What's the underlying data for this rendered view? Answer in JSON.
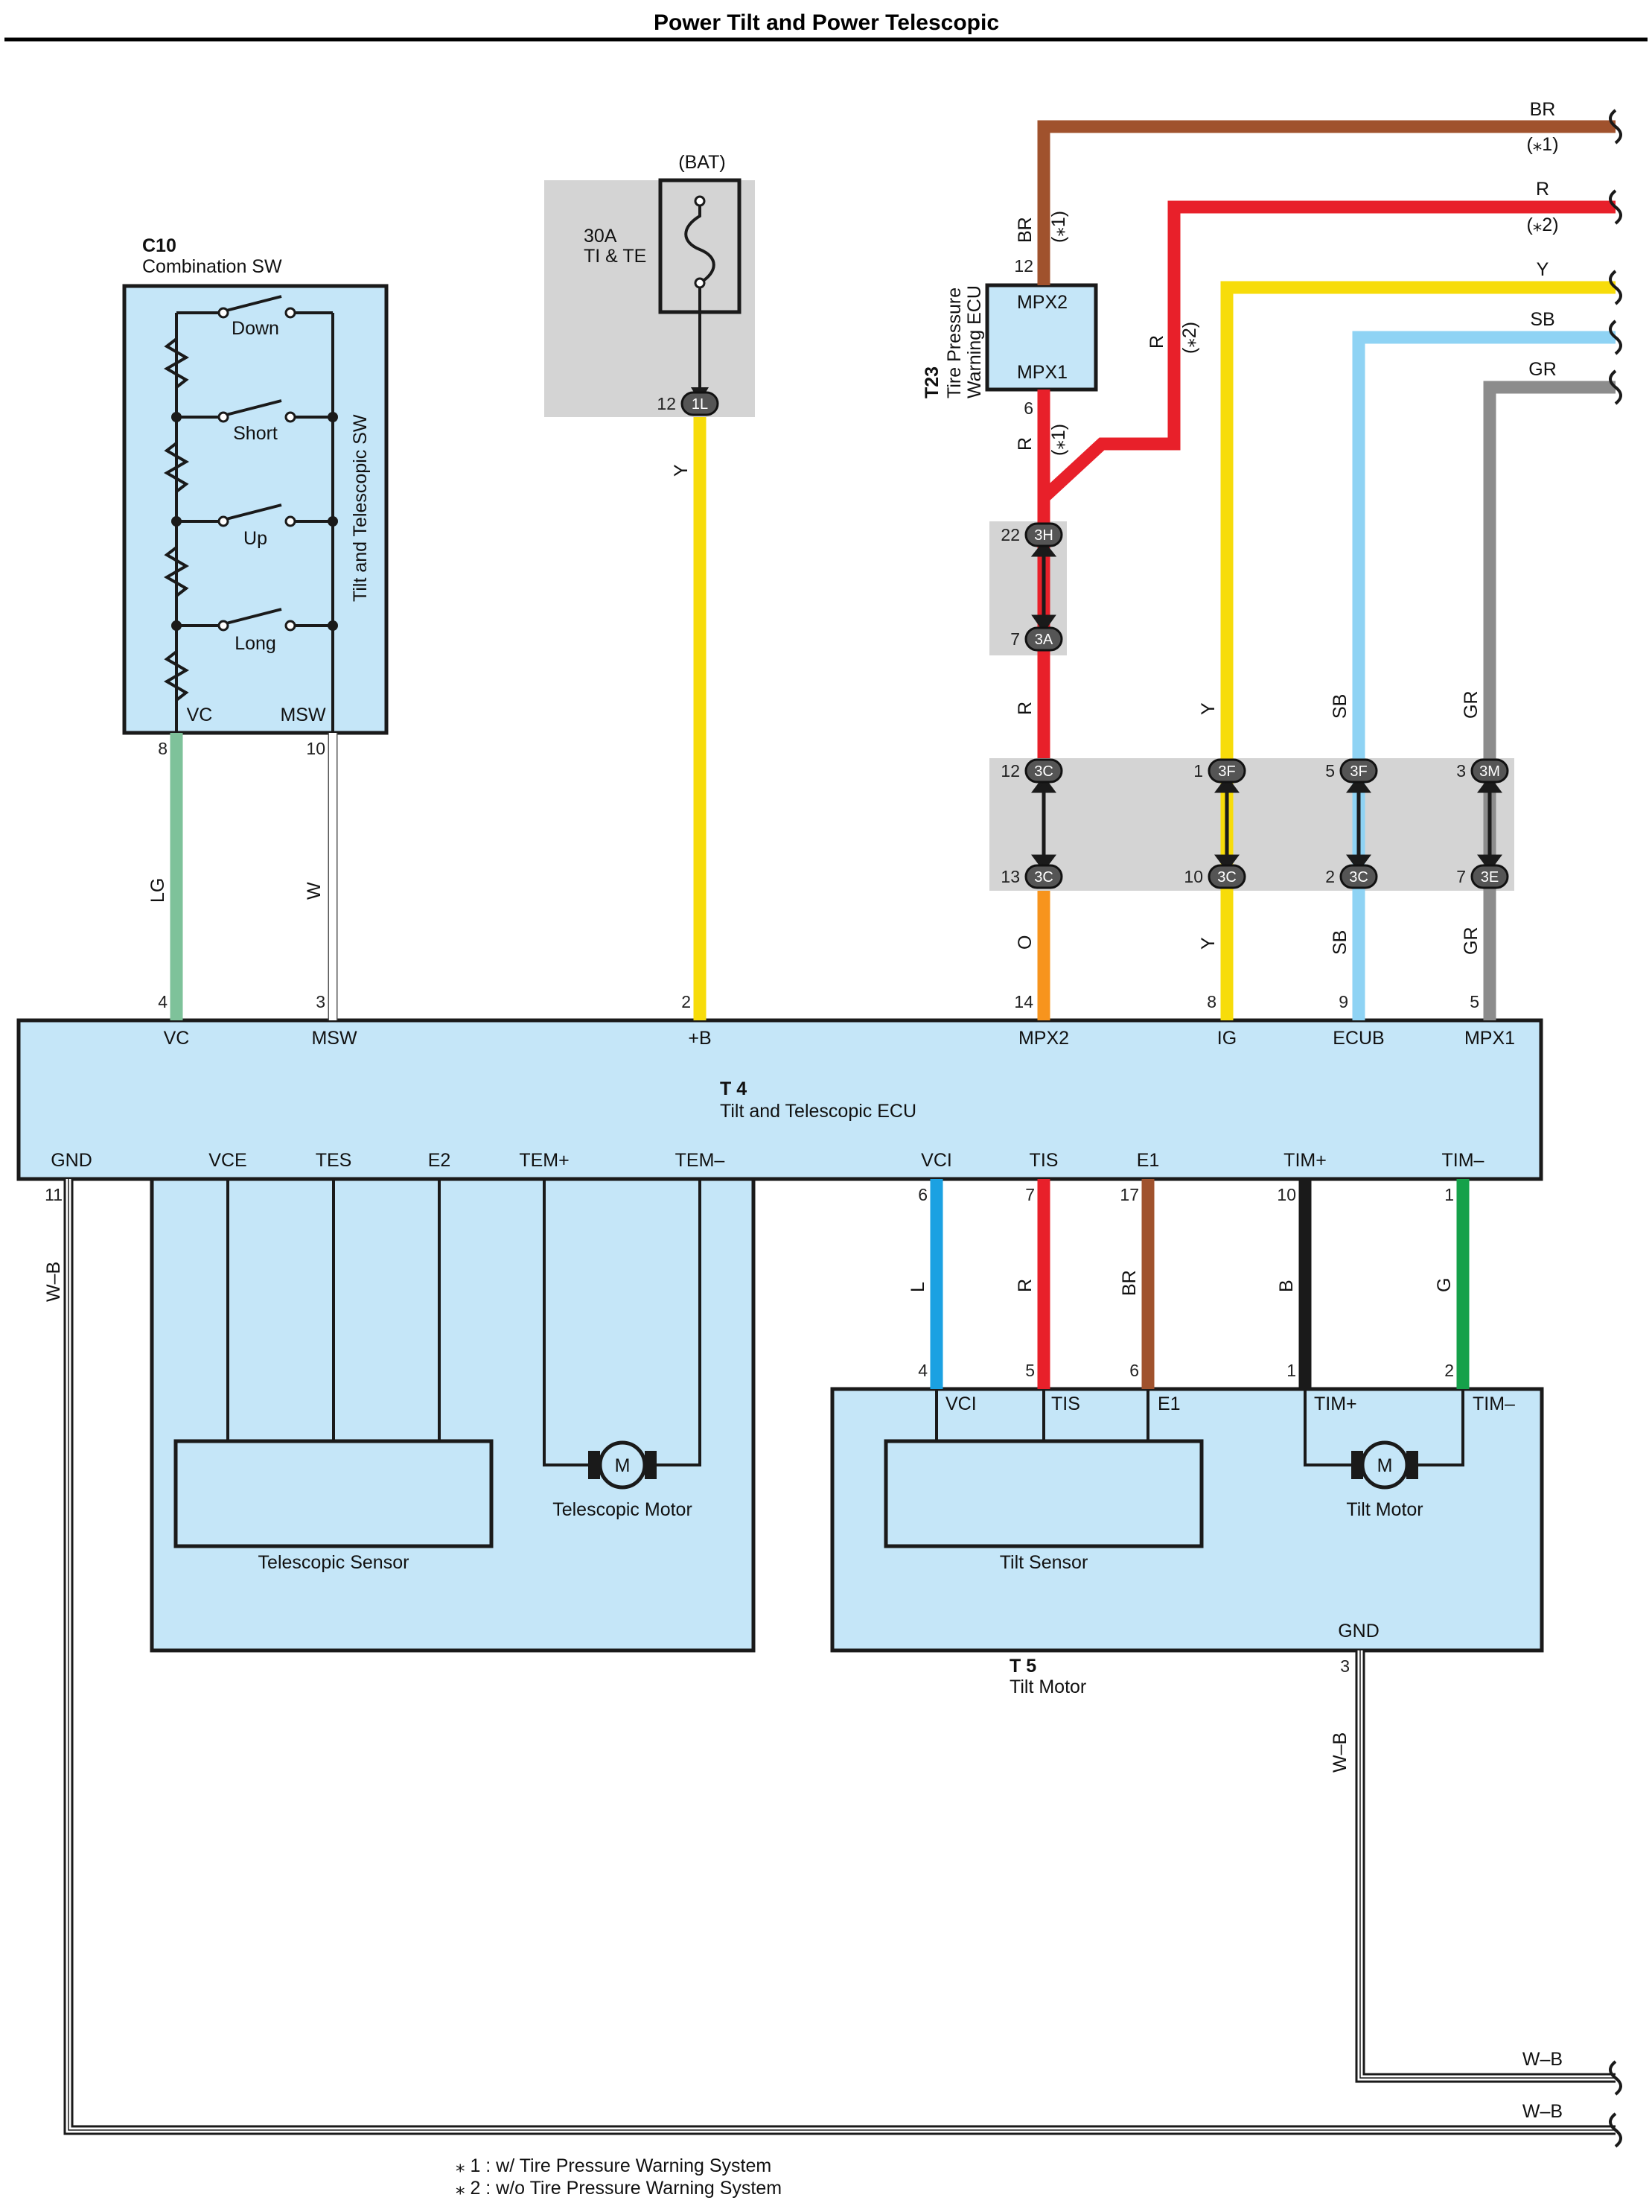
{
  "title": "Power Tilt and Power Telescopic",
  "components": {
    "combination_sw": {
      "code": "C10",
      "name": "Combination SW",
      "side_label": "Tilt and Telescopic SW",
      "switches": [
        "Down",
        "Short",
        "Up",
        "Long"
      ],
      "terminals": [
        "VC",
        "MSW"
      ]
    },
    "fuse": {
      "source": "(BAT)",
      "rating": "30A",
      "name": "TI & TE"
    },
    "tpw_ecu": {
      "code": "T23",
      "name_line1": "Tire Pressure",
      "name_line2": "Warning ECU",
      "terminals": [
        "MPX2",
        "MPX1"
      ]
    },
    "ecu": {
      "code": "T 4",
      "name": "Tilt and Telescopic ECU",
      "top_terminals": [
        "VC",
        "MSW",
        "+B",
        "MPX2",
        "IG",
        "ECUB",
        "MPX1"
      ],
      "bottom_terminals": [
        "GND",
        "VCE",
        "TES",
        "E2",
        "TEM+",
        "TEM–",
        "VCI",
        "TIS",
        "E1",
        "TIM+",
        "TIM–"
      ]
    },
    "telescopic": {
      "sensor": "Telescopic Sensor",
      "motor": "Telescopic Motor",
      "motor_symbol": "M"
    },
    "tilt_motor_unit": {
      "code": "T 5",
      "name": "Tilt Motor",
      "sensor": "Tilt Sensor",
      "motor": "Tilt Motor",
      "motor_symbol": "M",
      "terminals": [
        "VCI",
        "TIS",
        "E1",
        "TIM+",
        "TIM–",
        "GND"
      ]
    }
  },
  "connectors": {
    "c1L": "1L",
    "c3H": "3H",
    "c3A": "3A",
    "c3C": "3C",
    "c3F": "3F",
    "c3M": "3M",
    "c3E": "3E"
  },
  "pins": {
    "c10_vc": "8",
    "c10_msw": "10",
    "c1L": "12",
    "t23_mpx2": "12",
    "t23_mpx1": "6",
    "c3H": "22",
    "c3A": "7",
    "j_a_top": "12",
    "j_a_bot": "13",
    "j_b_top": "1",
    "j_b_bot": "10",
    "j_c_top": "5",
    "j_c_bot": "2",
    "j_d_top": "3",
    "j_d_bot": "7",
    "t4_vc": "4",
    "t4_msw": "3",
    "t4_b": "2",
    "t4_mpx2": "14",
    "t4_ig": "8",
    "t4_ecub": "9",
    "t4_mpx1": "5",
    "t4_gnd": "11",
    "t4_vci": "6",
    "t4_tis": "7",
    "t4_e1": "17",
    "t4_timp": "10",
    "t4_timm": "1",
    "t5_vci": "4",
    "t5_tis": "5",
    "t5_e1": "6",
    "t5_timp": "1",
    "t5_timm": "2",
    "t5_gnd": "3"
  },
  "wire_labels": {
    "br": "BR",
    "r": "R",
    "y": "Y",
    "sb": "SB",
    "gr": "GR",
    "lg": "LG",
    "w": "W",
    "o": "O",
    "l": "L",
    "b": "B",
    "g": "G",
    "wb": "W–B",
    "note1_tag": "(⁎1)",
    "note2_tag": "(⁎2)"
  },
  "notes": [
    "⁎ 1 : w/ Tire Pressure Warning System",
    "⁎ 2 : w/o Tire Pressure Warning System"
  ],
  "colors": {
    "BR": "#a0522d",
    "R": "#e8202a",
    "Y": "#f7dc0a",
    "SB": "#8fd3f4",
    "GR": "#8c8c8c",
    "LG": "#7ec29a",
    "O": "#f7941d",
    "L": "#1ba1e2",
    "B": "#1a1a1a",
    "G": "#15a14a",
    "component": "#c5e6f8",
    "junction": "#d4d4d4"
  }
}
